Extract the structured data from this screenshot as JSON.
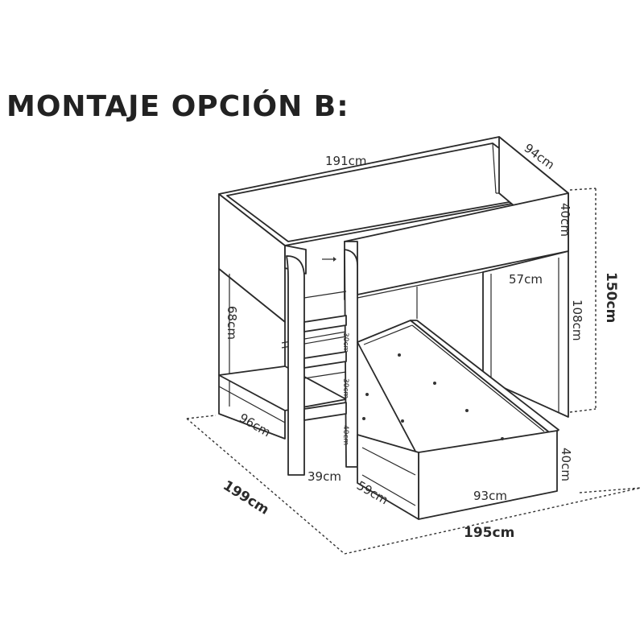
{
  "title": "MONTAJE OPCIÓN B:",
  "dimensions": {
    "top_length": "191cm",
    "top_depth": "94cm",
    "guard_height": "40cm",
    "total_height": "150cm",
    "under_clearance": "108cm",
    "wardrobe_width": "57cm",
    "left_side_height": "68cm",
    "left_depth": "96cm",
    "step1": "30cm",
    "step2": "30cm",
    "step3": "40cm",
    "ladder_width": "39cm",
    "lower_depth": "59cm",
    "total_depth": "199cm",
    "lower_bed_height": "40cm",
    "lower_bed_width": "93cm",
    "total_width": "195cm"
  }
}
